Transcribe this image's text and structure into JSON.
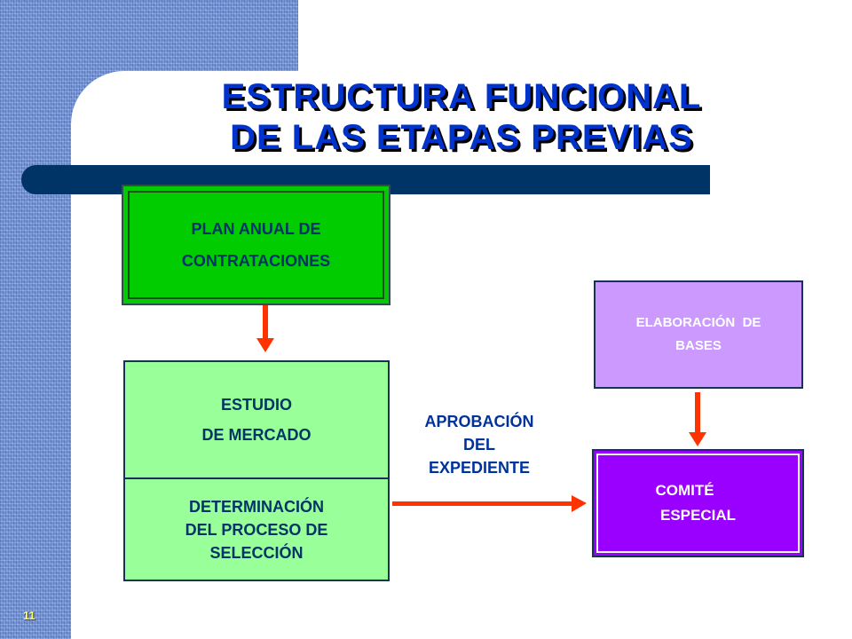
{
  "slide": {
    "title_line1": "ESTRUCTURA FUNCIONAL",
    "title_line2": "DE LAS ETAPAS PREVIAS",
    "page_number": "11"
  },
  "nodes": {
    "plan": {
      "line1": "PLAN ANUAL DE",
      "line2": "CONTRATACIONES",
      "color": "#00cc00"
    },
    "estudio": {
      "line1": "ESTUDIO",
      "line2": "DE MERCADO",
      "color": "#99ff99"
    },
    "determinacion": {
      "line1": "DETERMINACIÓN",
      "line2": "DEL PROCESO DE",
      "line3": "SELECCIÓN",
      "color": "#99ff99"
    },
    "elaboracion": {
      "line1": "ELABORACIÓN  DE",
      "line2": "BASES",
      "color": "#cc99ff"
    },
    "comite": {
      "line1": "COMITÉ",
      "line2": "ESPECIAL",
      "color": "#9900ff"
    }
  },
  "edge_labels": {
    "aprobacion": {
      "line1": "APROBACIÓN",
      "line2": "DEL",
      "line3": "EXPEDIENTE"
    }
  },
  "colors": {
    "arrow": "#ff3300",
    "title": "#0033cc",
    "title_bar": "#003366",
    "backdrop": "#6f8fcf"
  }
}
